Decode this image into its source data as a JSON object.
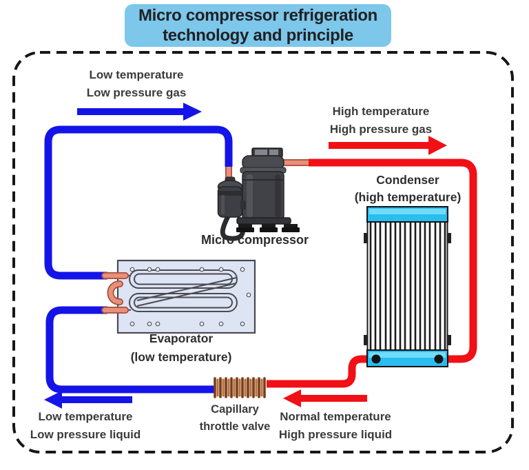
{
  "title": {
    "line1": "Micro compressor refrigeration",
    "line2": "technology and principle"
  },
  "flow_labels": {
    "low_pressure_gas": {
      "line1": "Low temperature",
      "line2": "Low pressure gas"
    },
    "high_pressure_gas": {
      "line1": "High temperature",
      "line2": "High pressure gas"
    },
    "low_pressure_liquid": {
      "line1": "Low temperature",
      "line2": "Low pressure liquid"
    },
    "high_pressure_liquid": {
      "line1": "Normal temperature",
      "line2": "High pressure liquid"
    }
  },
  "components": {
    "compressor": {
      "label": "Micro compressor"
    },
    "condenser": {
      "name": "Condenser",
      "qualifier": "(high temperature)"
    },
    "evaporator": {
      "name": "Evaporator",
      "qualifier": "(low temperature)"
    },
    "capillary": {
      "line1": "Capillary",
      "line2": "throttle valve"
    }
  },
  "colors": {
    "title_bg": "#7cc7ea",
    "pipe_blue": "#1414e8",
    "pipe_red": "#f01015",
    "copper": "#e89179",
    "copper_dark": "#a84e3c",
    "condenser_cyan": "#29bdf0",
    "condenser_cyan_light": "#7ae0fb",
    "evaporator_plate": "#dde4f4",
    "coil_brown": "#7a3c1c",
    "coil_brown_light": "#b5713c",
    "text_dark": "#3b3b3b"
  }
}
